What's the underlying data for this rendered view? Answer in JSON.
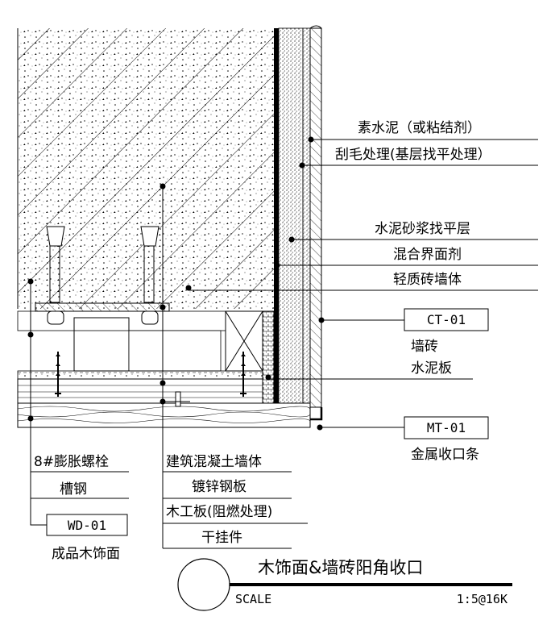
{
  "title": "木饰面&墙砖阳角收口",
  "scale_label": "SCALE",
  "scale_value": "1:5@16K",
  "labels": {
    "right_1": "素水泥（或粘结剂）",
    "right_2": "刮毛处理(基层找平处理）",
    "right_3": "水泥砂浆找平层",
    "right_4": "混合界面剂",
    "right_5": "轻质砖墙体",
    "tag_ct": "CT-01",
    "ct_1": "墙砖",
    "ct_2": "水泥板",
    "tag_mt": "MT-01",
    "mt_1": "金属收口条",
    "left_1": "8#膨胀螺栓",
    "left_2": "槽钢",
    "tag_wd": "WD-01",
    "wd_1": "成品木饰面",
    "mid_1": "建筑混凝土墙体",
    "mid_2": "镀锌钢板",
    "mid_3": "木工板(阻燃处理)",
    "mid_4": "干挂件"
  },
  "colors": {
    "ink": "#000000",
    "paper": "#ffffff",
    "watermark": "#d9d9d9"
  }
}
